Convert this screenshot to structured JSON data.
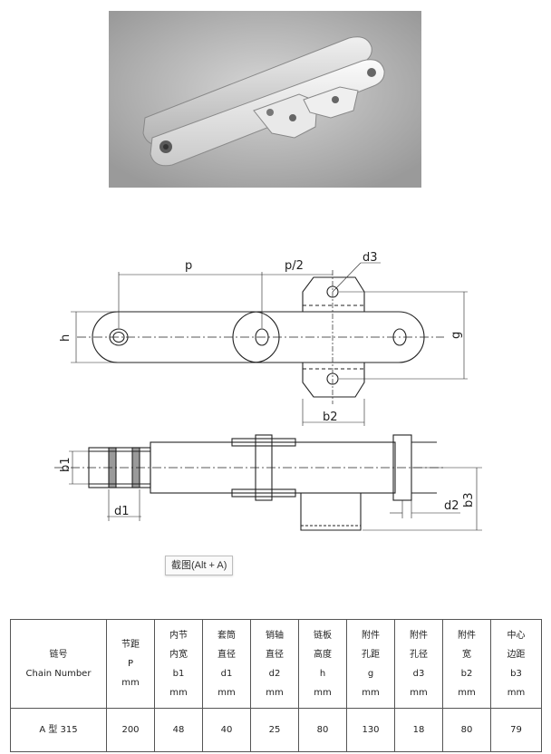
{
  "drawing_labels": {
    "p": "p",
    "p_half": "p/2",
    "d3": "d3",
    "h": "h",
    "g": "g",
    "b2": "b2",
    "b1": "b1",
    "d1": "d1",
    "d2": "d2",
    "b3": "b3"
  },
  "tooltip": "截图(Alt + A)",
  "table": {
    "headers": [
      [
        "链号",
        "Chain   Number"
      ],
      [
        "节距",
        "P",
        "mm"
      ],
      [
        "内节",
        "内宽",
        "b1",
        "mm"
      ],
      [
        "套筒",
        "直径",
        "d1",
        "mm"
      ],
      [
        "销轴",
        "直径",
        "d2",
        "mm"
      ],
      [
        "链板",
        "高度",
        "h",
        "mm"
      ],
      [
        "附件",
        "孔距",
        "g",
        "mm"
      ],
      [
        "附件",
        "孔径",
        "d3",
        "mm"
      ],
      [
        "附件",
        "宽",
        "b2",
        "mm"
      ],
      [
        "中心",
        "边距",
        "b3",
        "mm"
      ]
    ],
    "row": [
      "A 型 315",
      "200",
      "48",
      "40",
      "25",
      "80",
      "130",
      "18",
      "80",
      "79"
    ]
  }
}
